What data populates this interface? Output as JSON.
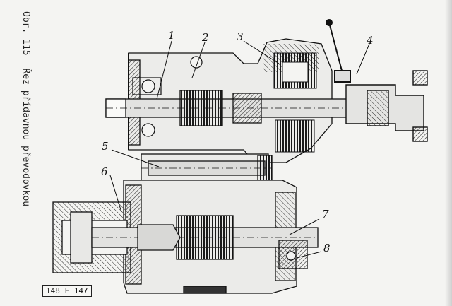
{
  "caption": {
    "figure_ref": "Obr. 115",
    "text": "Řez přídavnou převodovkou"
  },
  "callouts": [
    {
      "label": "1"
    },
    {
      "label": "2"
    },
    {
      "label": "3"
    },
    {
      "label": "4"
    },
    {
      "label": "5"
    },
    {
      "label": "6"
    },
    {
      "label": "7"
    },
    {
      "label": "8"
    }
  ],
  "code_label": "148 F 147",
  "colors": {
    "paper": "#f4f4f2",
    "ink": "#111111",
    "hatch": "#2a2a2a"
  }
}
